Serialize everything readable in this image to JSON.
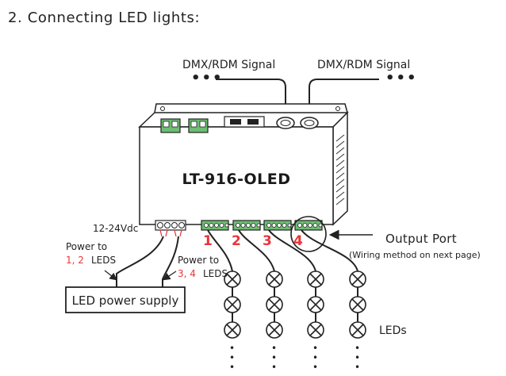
{
  "section_title": "2. Connecting LED lights:",
  "dmx_left": {
    "label": "DMX/RDM Signal",
    "dots": "•••"
  },
  "dmx_right": {
    "label": "DMX/RDM Signal",
    "dots": "•••"
  },
  "device": {
    "model": "LT-916-OLED"
  },
  "power_input": {
    "voltage_label": "12-24Vdc"
  },
  "outputs": [
    "1",
    "2",
    "3",
    "4"
  ],
  "power_note_a": {
    "prefix": "Power to",
    "channels": "1, 2",
    "suffix": "LEDS"
  },
  "power_note_b": {
    "prefix": "Power to",
    "channels": "3, 4",
    "suffix": "LEDS"
  },
  "power_supply": {
    "label": "LED power supply"
  },
  "output_port": {
    "title": "Output Port",
    "note": "(Wiring method on next page)"
  },
  "leds": {
    "label": "LEDs",
    "vertical_dots": "•"
  },
  "colors": {
    "accent_red": "#e8343a",
    "terminal_green": "#6dbd72",
    "line": "#222222"
  },
  "icons": [
    "xlr-connector-icon",
    "rj45-port-icon",
    "terminal-block-icon",
    "led-bulb-icon",
    "arrow-icon"
  ]
}
